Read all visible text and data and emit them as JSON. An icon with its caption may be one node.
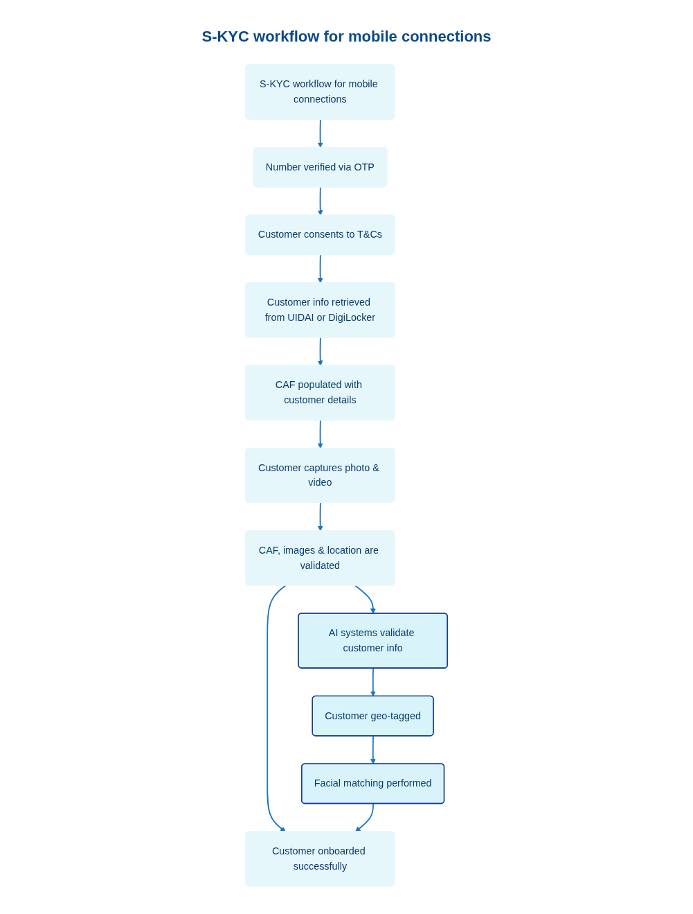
{
  "diagram": {
    "title": "S-KYC workflow for mobile connections",
    "nodes": [
      {
        "text": [
          "S-KYC workflow for mobile connections"
        ]
      },
      {
        "text": [
          "Number verified via OTP"
        ]
      },
      {
        "text": [
          "Customer consents to T&Cs"
        ]
      },
      {
        "text": [
          "Customer info retrieved from UIDAI or DigiLocker"
        ]
      },
      {
        "text": [
          "CAF populated with customer details"
        ]
      },
      {
        "text": [
          "Customer captures photo & video"
        ]
      },
      {
        "text": [
          "CAF, images & location are validated"
        ]
      },
      {
        "text": [
          "AI systems validate customer info"
        ]
      },
      {
        "text": [
          "Customer geo-tagged"
        ]
      },
      {
        "text": [
          "Facial matching performed"
        ]
      },
      {
        "text": [
          "Customer onboarded successfully"
        ]
      }
    ],
    "edges": [
      {
        "from": 0,
        "to": 1,
        "arrow": "to"
      },
      {
        "from": 1,
        "to": 2,
        "arrow": "to"
      },
      {
        "from": 2,
        "to": 3,
        "arrow": "to"
      },
      {
        "from": 3,
        "to": 4,
        "arrow": "to"
      },
      {
        "from": 4,
        "to": 5,
        "arrow": "to"
      },
      {
        "from": 5,
        "to": 6,
        "arrow": "to"
      },
      {
        "from": 6,
        "to": 7,
        "arrow": "to"
      },
      {
        "from": 7,
        "to": 8,
        "arrow": "to"
      },
      {
        "from": 8,
        "to": 9,
        "arrow": "to"
      },
      {
        "from": 6,
        "to": 10,
        "arrow": "to"
      },
      {
        "from": 9,
        "to": 10,
        "arrow": "to"
      }
    ]
  }
}
